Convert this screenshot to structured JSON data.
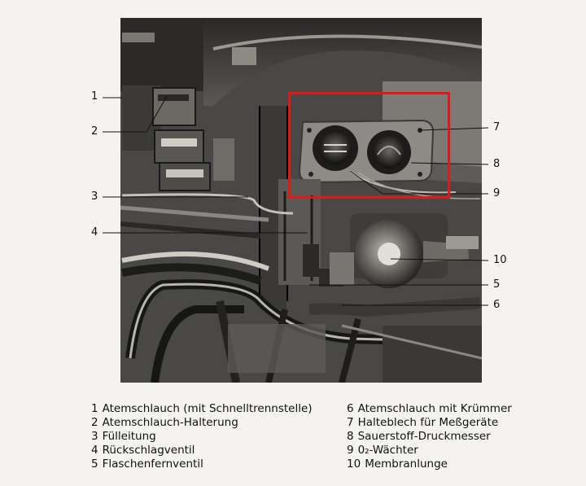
{
  "callouts": {
    "c1": "1",
    "c2": "2",
    "c3": "3",
    "c4": "4",
    "c5": "5",
    "c6": "6",
    "c7": "7",
    "c8": "8",
    "c9": "9",
    "c10": "10"
  },
  "legend": {
    "left": [
      {
        "num": "1",
        "text": "Atemschlauch (mit Schnelltrennstelle)"
      },
      {
        "num": "2",
        "text": "Atemschlauch-Halterung"
      },
      {
        "num": "3",
        "text": "Fülleitung"
      },
      {
        "num": "4",
        "text": "Rückschlagventil"
      },
      {
        "num": "5",
        "text": "Flaschenfernventil"
      }
    ],
    "right": [
      {
        "num": "6",
        "text": "Atemschlauch mit Krümmer"
      },
      {
        "num": "7",
        "text": "Halteblech für Meßgeräte"
      },
      {
        "num": "8",
        "text": "Sauerstoff-Druckmesser"
      },
      {
        "num": "9",
        "text": "0₂-Wächter"
      },
      {
        "num": "10",
        "text": "Membranlunge"
      }
    ]
  },
  "highlight_color": "#e01818"
}
